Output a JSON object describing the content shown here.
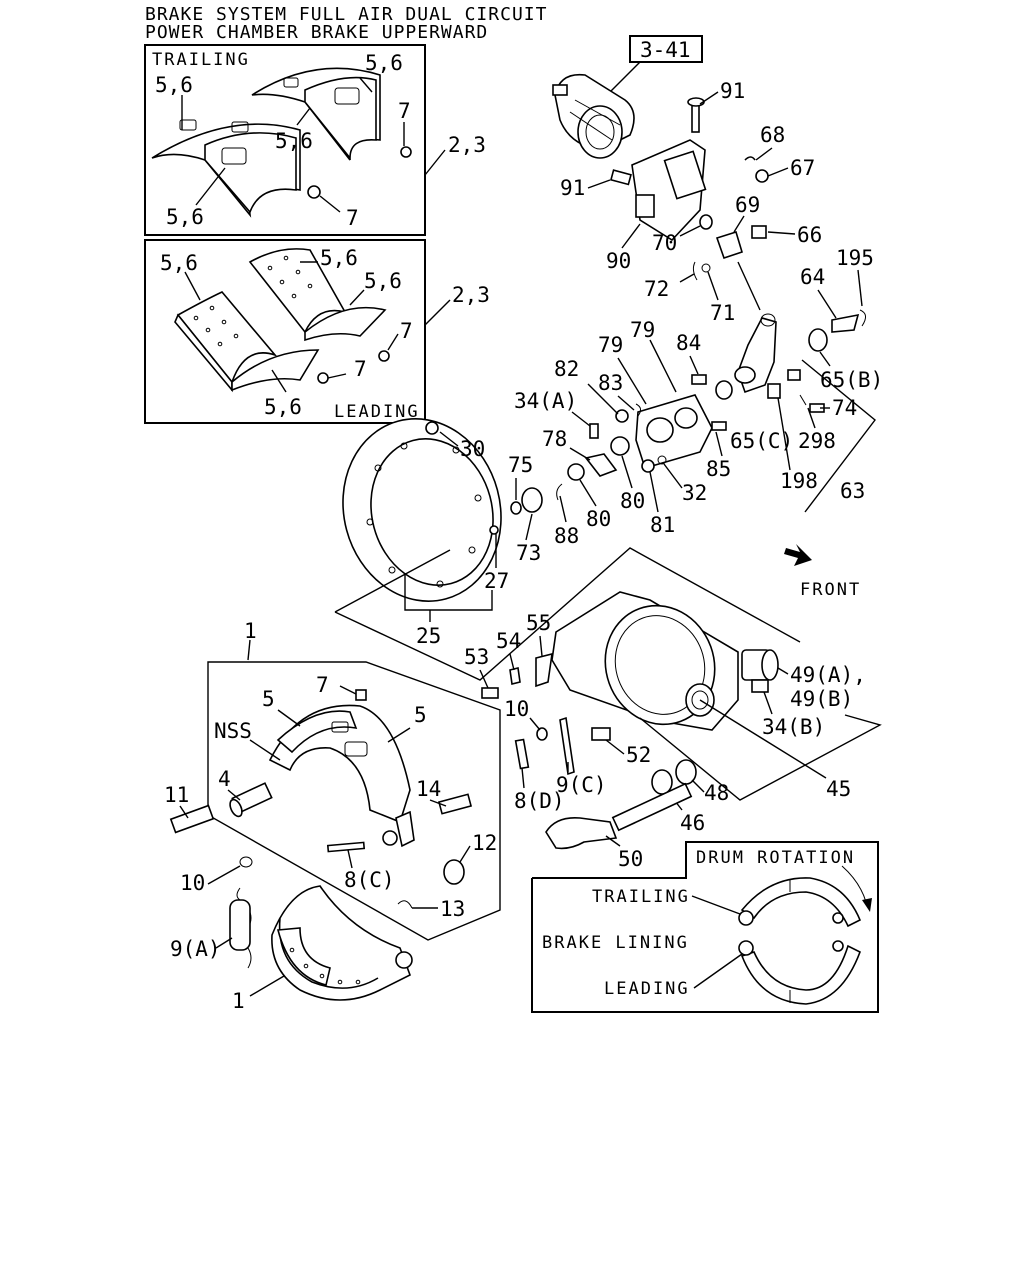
{
  "title": {
    "line1": "BRAKE SYSTEM FULL AIR DUAL CIRCUIT",
    "line2": "POWER CHAMBER BRAKE UPPERWARD"
  },
  "ref_box": "3-41",
  "trailing_panel": {
    "caption": "TRAILING",
    "labels": [
      "5,6",
      "5,6",
      "5,6",
      "5,6",
      "7",
      "7",
      "2,3"
    ]
  },
  "leading_panel": {
    "caption": "LEADING",
    "labels": [
      "5,6",
      "5,6",
      "5,6",
      "5,6",
      "7",
      "7",
      "2,3"
    ]
  },
  "parts": {
    "p91a": "91",
    "p91b": "91",
    "p68": "68",
    "p67": "67",
    "p69": "69",
    "p66": "66",
    "p90": "90",
    "p70": "70",
    "p72": "72",
    "p71": "71",
    "p195": "195",
    "p64": "64",
    "p65b": "65(B)",
    "p74": "74",
    "p65c": "65(C)",
    "p298": "298",
    "p198": "198",
    "p63": "63",
    "p79a": "79",
    "p79b": "79",
    "p84": "84",
    "p82": "82",
    "p83": "83",
    "p34a": "34(A)",
    "p78": "78",
    "p85": "85",
    "p32": "32",
    "p80a": "80",
    "p80b": "80",
    "p81": "81",
    "p88": "88",
    "p30": "30",
    "p75": "75",
    "p73": "73",
    "p27": "27",
    "p25": "25",
    "p55": "55",
    "p54": "54",
    "p53": "53",
    "p49": "49(A),",
    "p49b": "49(B)",
    "p34b": "34(B)",
    "p52": "52",
    "p10a": "10",
    "p8d": "8(D)",
    "p9c": "9(C)",
    "p48": "48",
    "p46": "46",
    "p45": "45",
    "p50": "50",
    "p1a": "1",
    "p7": "7",
    "p5a": "5",
    "p5b": "5",
    "pnss": "NSS",
    "p4": "4",
    "p11": "11",
    "p14": "14",
    "p12": "12",
    "p8c": "8(C)",
    "p10b": "10",
    "p13": "13",
    "p9a": "9(A)",
    "p1b": "1"
  },
  "front": "FRONT",
  "legend": {
    "title": "DRUM ROTATION",
    "trailing": "TRAILING",
    "lining": "BRAKE LINING",
    "leading": "LEADING"
  }
}
